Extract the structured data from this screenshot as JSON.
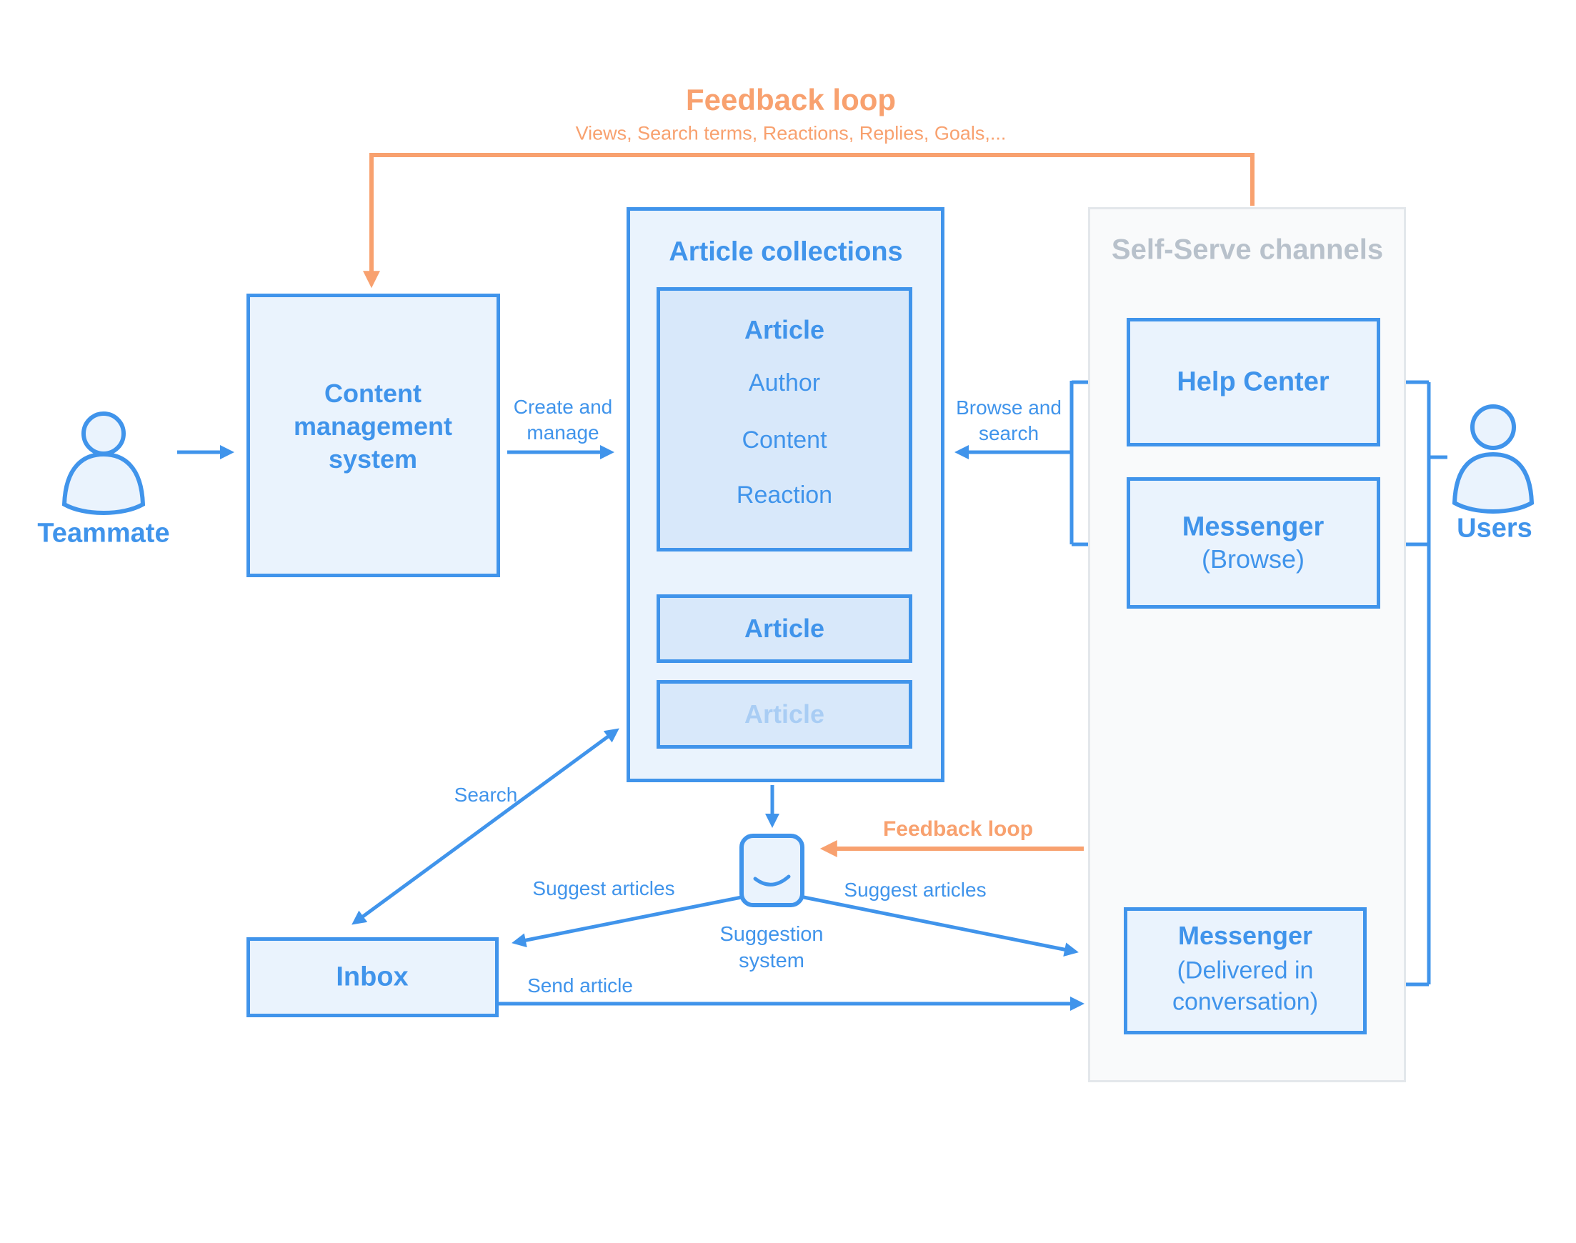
{
  "feedback_loop_top": {
    "title": "Feedback loop",
    "subtitle": "Views, Search terms, Reactions, Replies, Goals,..."
  },
  "actors": {
    "teammate": "Teammate",
    "users": "Users"
  },
  "cms": {
    "label": "Content management system"
  },
  "article_collections": {
    "title": "Article collections",
    "article_detail": {
      "title": "Article",
      "fields": [
        "Author",
        "Content",
        "Reaction"
      ]
    },
    "article_2": "Article",
    "article_3": "Article"
  },
  "self_serve": {
    "title": "Self-Serve channels",
    "help_center": "Help Center",
    "messenger_browse": {
      "title": "Messenger",
      "subtitle": "(Browse)"
    },
    "messenger_delivered": {
      "title": "Messenger",
      "subtitle": "(Delivered in conversation)"
    }
  },
  "inbox": {
    "label": "Inbox"
  },
  "suggestion_system": {
    "label": "Suggestion system"
  },
  "edges": {
    "create_manage": "Create and manage",
    "browse_search": "Browse and search",
    "search": "Search",
    "suggest_articles_left": "Suggest articles",
    "suggest_articles_right": "Suggest articles",
    "send_article": "Send article",
    "feedback_loop_small": "Feedback loop"
  },
  "colors": {
    "blue": "#4094EB",
    "light_blue_fill": "#EAF3FD",
    "inner_blue_fill": "#D8E8FA",
    "faded_blue_text": "#A9CDF4",
    "orange": "#F8A16F",
    "panel_gray_fill": "#F9FAFB",
    "panel_gray_border": "#E3E7EB",
    "panel_gray_text": "#B8C1CB"
  }
}
